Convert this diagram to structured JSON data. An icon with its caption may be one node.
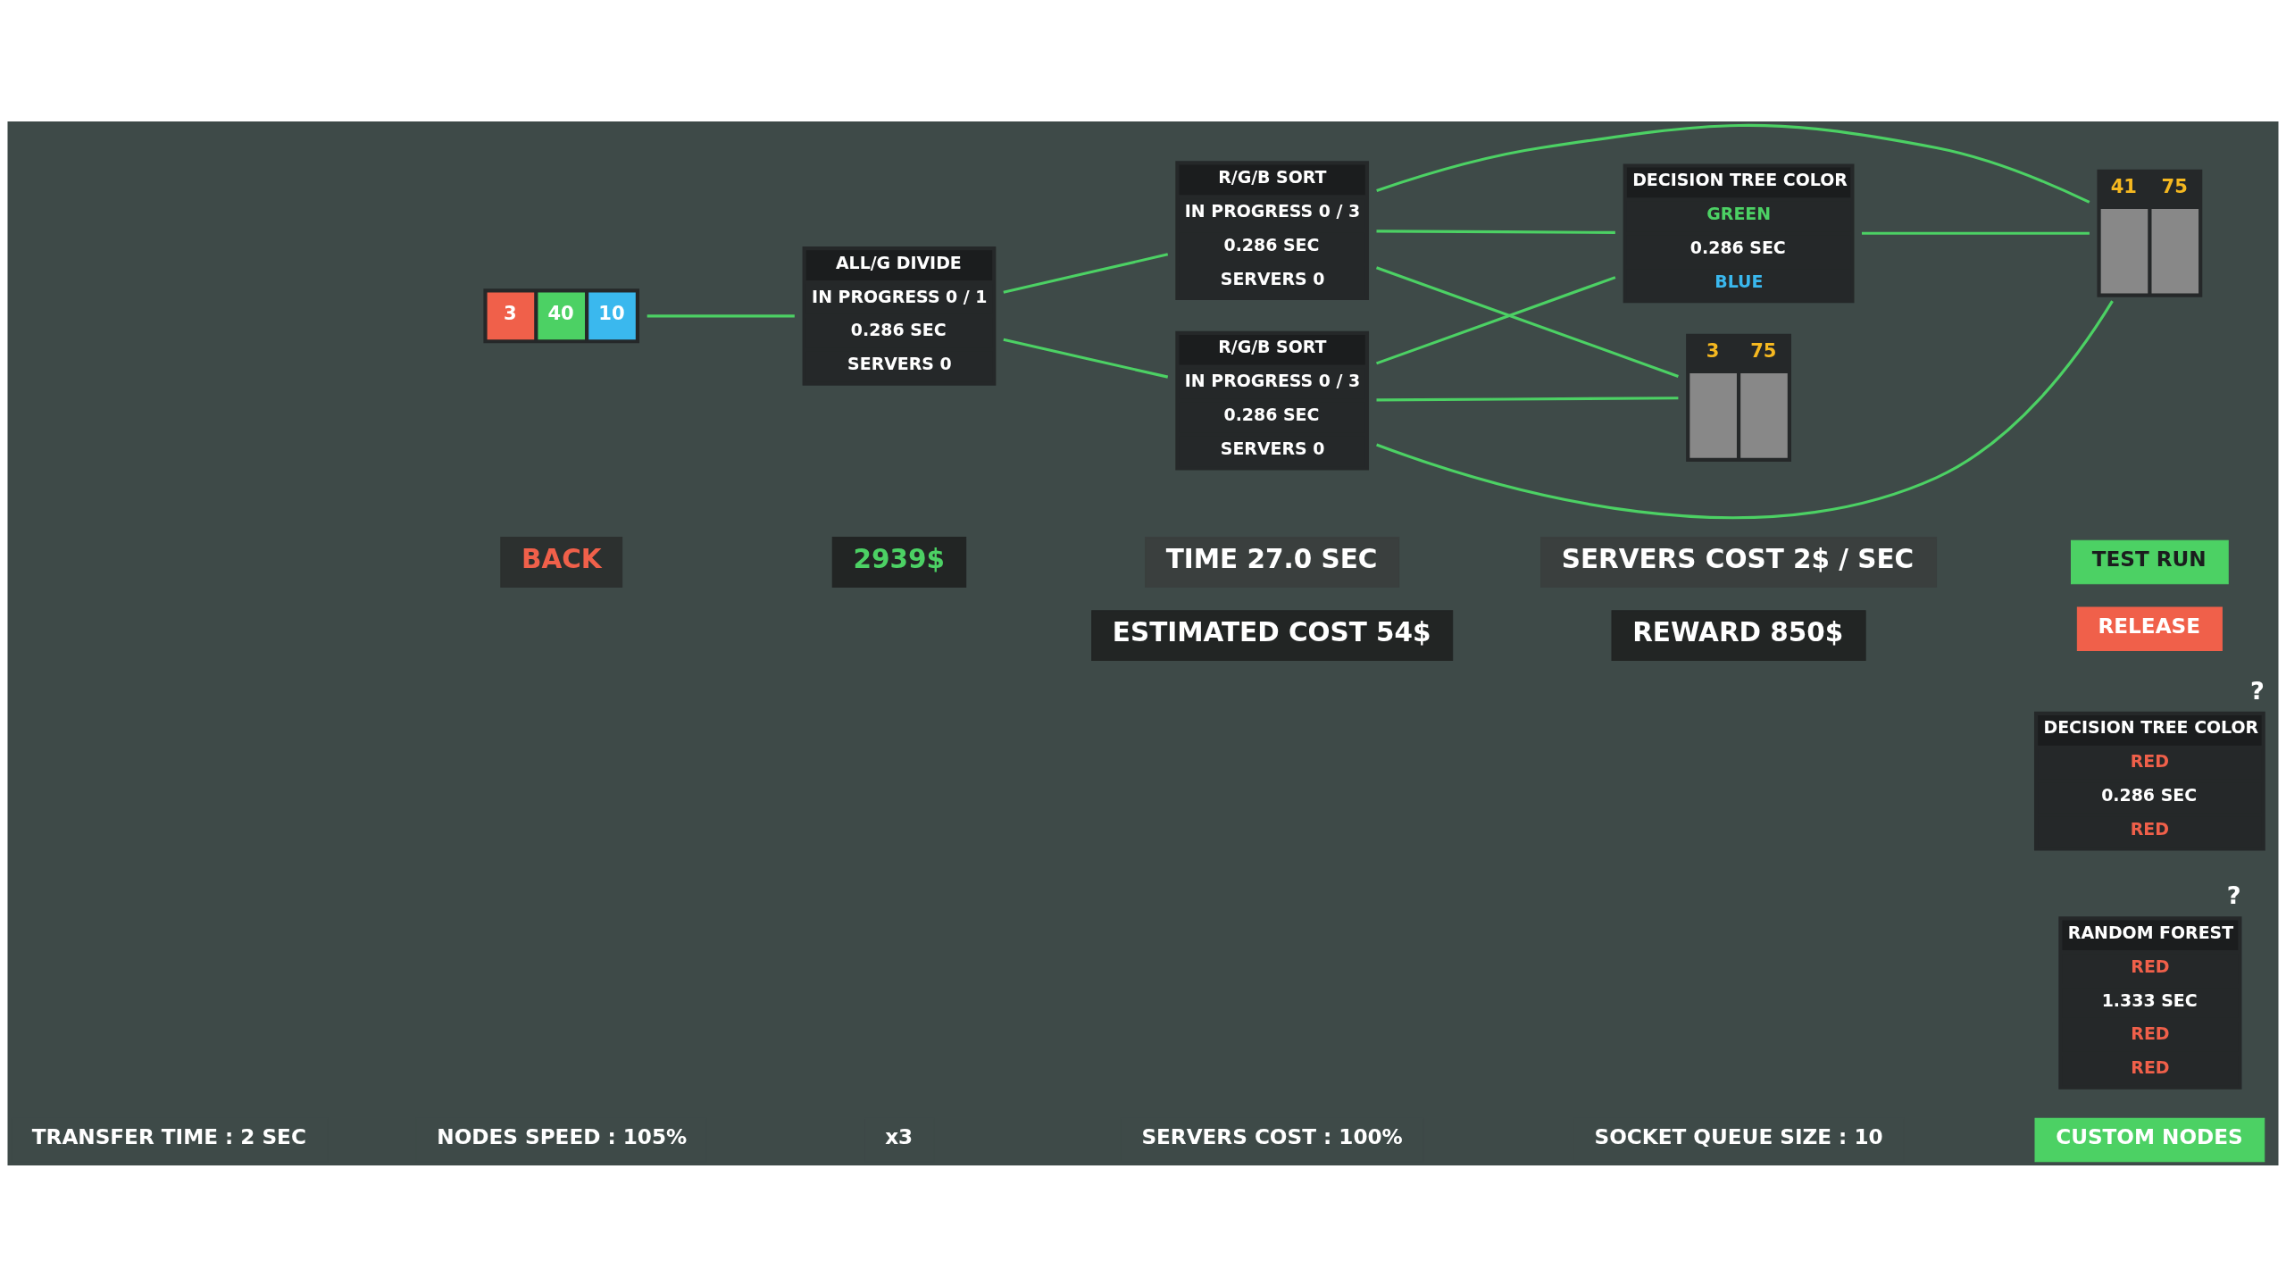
{
  "diagram": {
    "nodes": [
      {
        "text": [
          "3",
          "40",
          "10"
        ]
      },
      {
        "text": [
          "ALL/G DIVIDE",
          "IN PROGRESS 0 / 1",
          "0.286 SEC",
          "SERVERS 0"
        ]
      },
      {
        "text": [
          "R/G/B SORT",
          "IN PROGRESS 0 / 3",
          "0.286 SEC",
          "SERVERS 0"
        ]
      },
      {
        "text": [
          "DECISION TREE COLOR",
          "GREEN",
          "0.286 SEC",
          "BLUE"
        ]
      },
      {
        "text": [
          "R/G/B SORT",
          "IN PROGRESS 0 / 3",
          "0.286 SEC",
          "SERVERS 0"
        ]
      },
      {
        "text": [
          "3",
          "75"
        ]
      },
      {
        "text": [
          "41",
          "75"
        ]
      },
      {
        "text": [
          "DECISION TREE COLOR",
          "RED",
          "0.286 SEC",
          "RED"
        ],
        "beside": [
          "?"
        ]
      },
      {
        "text": [
          "RANDOM FOREST",
          "RED",
          "1.333 SEC",
          "RED",
          "RED"
        ],
        "beside": [
          "?"
        ]
      }
    ],
    "edges": [
      {
        "from": 0,
        "to": 1,
        "arrow": "none"
      },
      {
        "from": 1,
        "to": 2,
        "arrow": "none"
      },
      {
        "from": 1,
        "to": 4,
        "arrow": "none"
      },
      {
        "from": 2,
        "to": 5,
        "arrow": "none"
      },
      {
        "from": 2,
        "to": 6,
        "arrow": "none"
      },
      {
        "from": 2,
        "to": 3,
        "arrow": "none"
      },
      {
        "from": 3,
        "to": 6,
        "arrow": "none"
      },
      {
        "from": 4,
        "to": 5,
        "arrow": "none"
      },
      {
        "from": 4,
        "to": 6,
        "arrow": "none"
      },
      {
        "from": 4,
        "to": 3,
        "arrow": "none"
      }
    ],
    "labels": [
      "BACK",
      "2939$",
      "TIME 27.0 SEC",
      "SERVERS COST 2$ / SEC",
      "ESTIMATED COST 54$",
      "REWARD 850$",
      "TEST RUN",
      "RELEASE",
      "TRANSFER TIME : 2 SEC",
      "NODES SPEED : 105%",
      "x3",
      "SERVERS COST : 100%",
      "SOCKET QUEUE SIZE : 10",
      "CUSTOM NODES"
    ]
  }
}
